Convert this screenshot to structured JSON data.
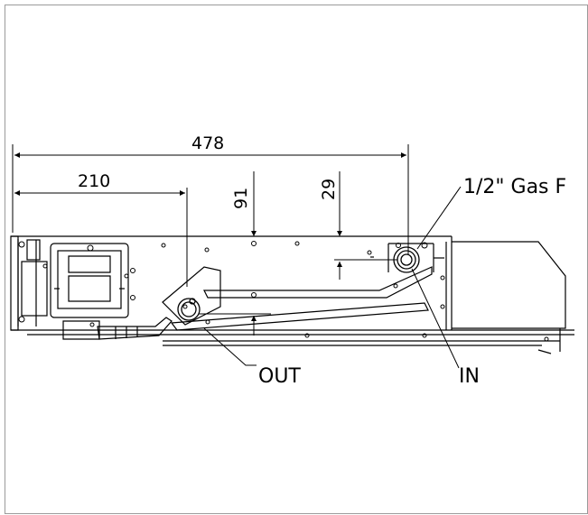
{
  "dimensions": {
    "overall_width": "478",
    "gas_out_offset": "210",
    "out_height": "91",
    "in_height": "29"
  },
  "callouts": {
    "gas_fitting": "1/2\" Gas F",
    "out": "OUT",
    "in": "IN"
  },
  "colors": {
    "line": "#000000",
    "border": "#9a9a9a",
    "background": "#ffffff"
  }
}
